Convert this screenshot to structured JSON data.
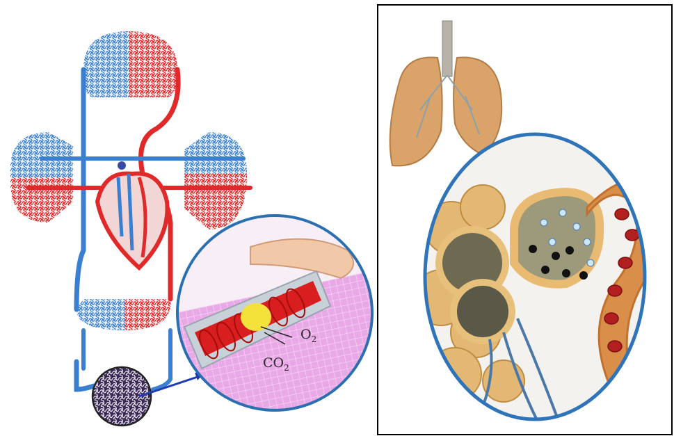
{
  "left_figure": {
    "labels": {
      "o2": "O",
      "o2_sub": "2",
      "co2": "CO",
      "co2_sub": "2"
    },
    "colors": {
      "arterial": "#e02a2a",
      "venous": "#3a7fd0",
      "lens_border": "#2c6fb0",
      "tissue": "#3a2a55"
    }
  },
  "right_figure": {
    "colors": {
      "lungs": "#d9a36a",
      "lens_border": "#2f74b8",
      "alveolus": "#f2c88a",
      "red_cell": "#b11f1f"
    }
  }
}
